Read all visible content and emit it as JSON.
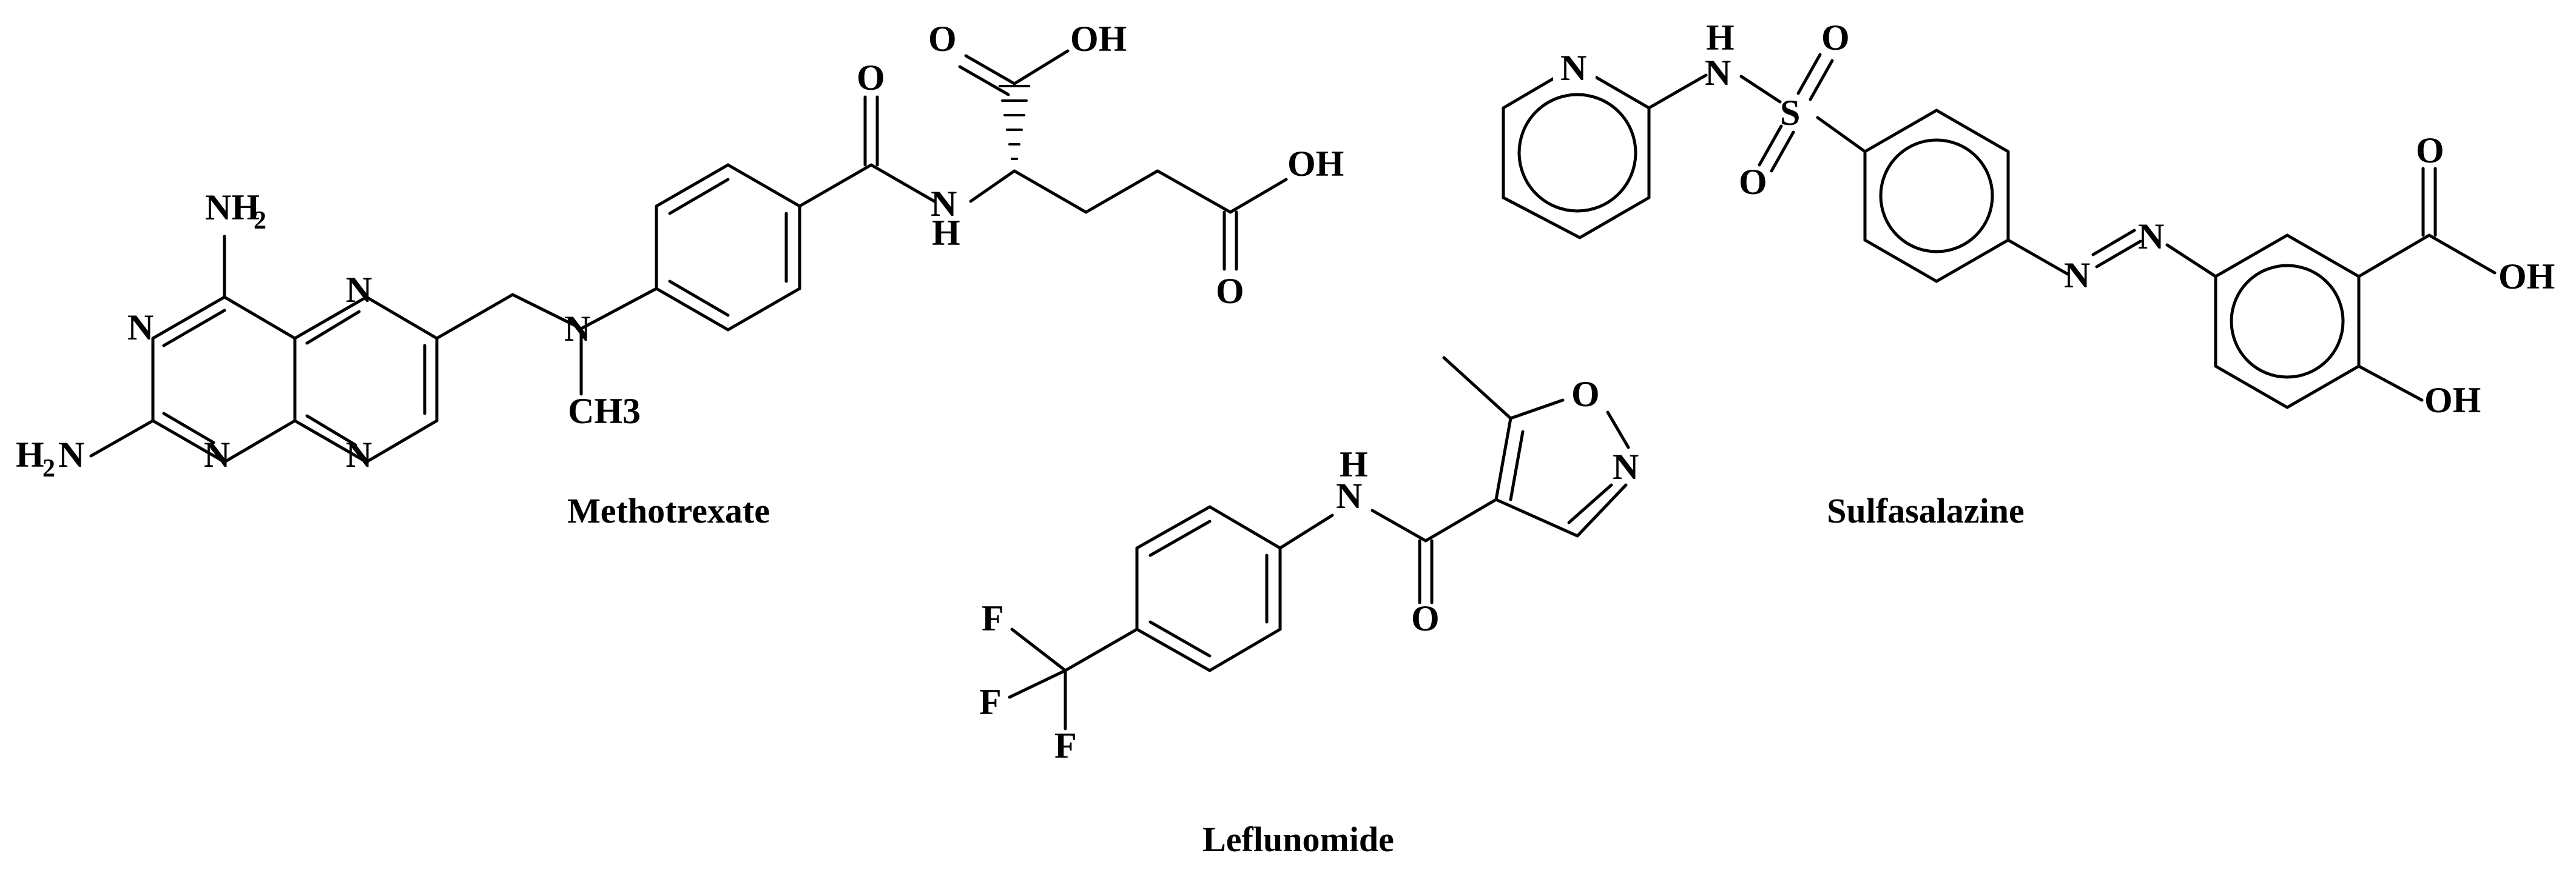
{
  "molecules": {
    "methotrexate": {
      "name": "Methotrexate",
      "atoms": {
        "nh2_top": "NH",
        "nh2_top_sub": "2",
        "n1": "N",
        "n3": "N",
        "n_pz1": "N",
        "n_pz2": "N",
        "h2n_h": "H",
        "h2n_sub": "2",
        "h2n_n": "N",
        "n_methyl": "N",
        "ch3": "CH3",
        "o_amide": "O",
        "nh_n": "N",
        "nh_h": "H",
        "o_acid1": "O",
        "oh_acid1": "OH",
        "oh_acid2": "OH",
        "o_acid2": "O"
      }
    },
    "sulfasalazine": {
      "name": "Sulfasalazine",
      "atoms": {
        "n_pyr": "N",
        "nh_n": "N",
        "nh_h": "H",
        "s": "S",
        "o_top": "O",
        "o_bottom": "O",
        "azo_n1": "N",
        "azo_n2": "N",
        "o_carbonyl": "O",
        "oh_acid": "OH",
        "oh_phenol": "OH"
      }
    },
    "leflunomide": {
      "name": "Leflunomide",
      "atoms": {
        "o_ring": "O",
        "n_ring": "N",
        "nh_h": "H",
        "nh_n": "N",
        "o_amide": "O",
        "f1": "F",
        "f2": "F",
        "f3": "F"
      }
    }
  }
}
